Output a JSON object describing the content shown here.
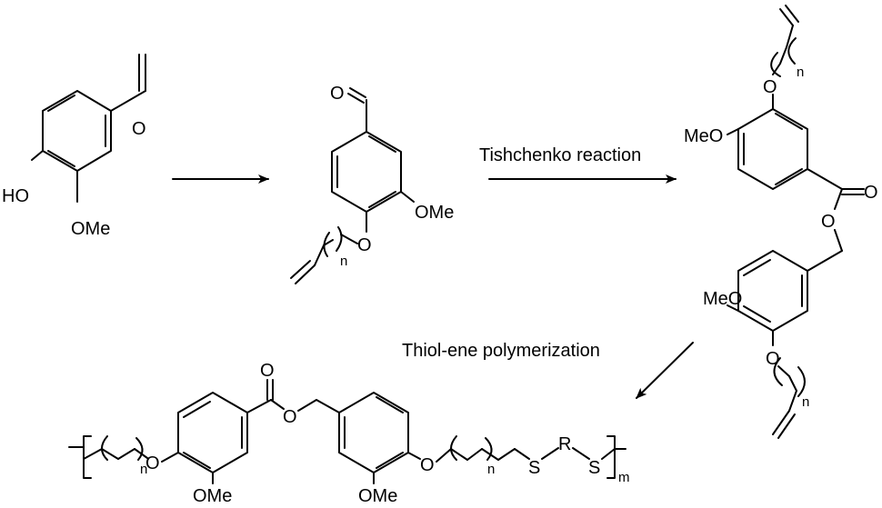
{
  "atoms": {
    "o": "O",
    "ho": "HO",
    "ome": "OMe",
    "meo": "MeO",
    "s": "S",
    "r": "R",
    "n": "n",
    "m": "m"
  },
  "steps": {
    "step2_label": "Tishchenko reaction",
    "step3_label": "Thiol-ene polymerization"
  }
}
